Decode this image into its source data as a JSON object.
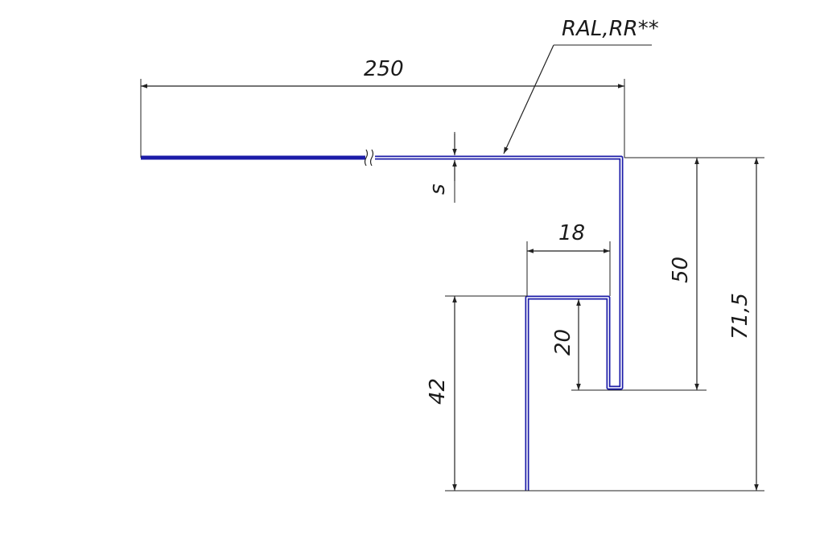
{
  "drawing": {
    "profile_color": "#1c1ca8",
    "line_color": "#222222",
    "labels": {
      "finish": "RAL,RR**",
      "width": "250",
      "thickness": "s",
      "lip": "18",
      "drop": "50",
      "total_height": "71,5",
      "hem": "20",
      "return_leg": "42"
    },
    "break_symbol": "≈"
  }
}
